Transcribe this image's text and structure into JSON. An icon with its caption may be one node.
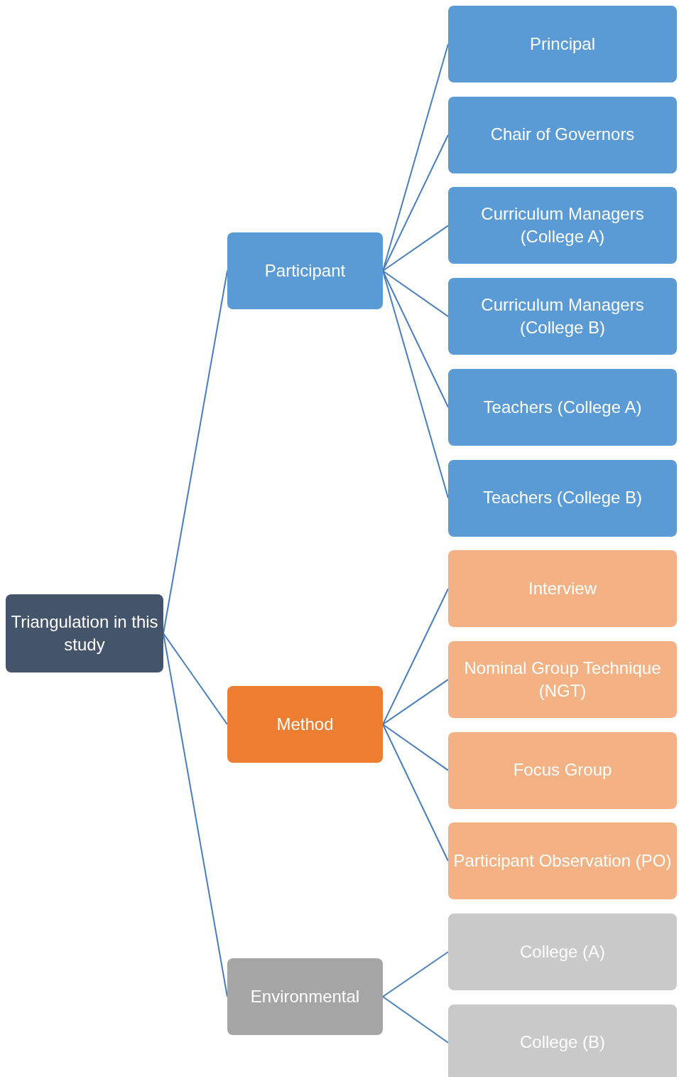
{
  "diagram": {
    "nodes": [
      {
        "text": [
          "Triangulation in this study"
        ]
      },
      {
        "text": [
          "Participant"
        ]
      },
      {
        "text": [
          "Principal"
        ]
      },
      {
        "text": [
          "Chair of Governors"
        ]
      },
      {
        "text": [
          "Curriculum Managers (College A)"
        ]
      },
      {
        "text": [
          "Curriculum Managers (College B)"
        ]
      },
      {
        "text": [
          "Teachers (College A)"
        ]
      },
      {
        "text": [
          "Teachers (College B)"
        ]
      },
      {
        "text": [
          "Method"
        ]
      },
      {
        "text": [
          "Interview"
        ]
      },
      {
        "text": [
          "Nominal Group Technique (NGT)"
        ]
      },
      {
        "text": [
          "Focus Group"
        ]
      },
      {
        "text": [
          "Participant Observation (PO)"
        ]
      },
      {
        "text": [
          "Environmental"
        ]
      },
      {
        "text": [
          "College (A)"
        ]
      },
      {
        "text": [
          "College (B)"
        ]
      }
    ],
    "edges": [
      {
        "from": 0,
        "to": 1,
        "arrow": "none"
      },
      {
        "from": 0,
        "to": 8,
        "arrow": "none"
      },
      {
        "from": 0,
        "to": 13,
        "arrow": "none"
      },
      {
        "from": 1,
        "to": 2,
        "arrow": "none"
      },
      {
        "from": 1,
        "to": 3,
        "arrow": "none"
      },
      {
        "from": 1,
        "to": 4,
        "arrow": "none"
      },
      {
        "from": 1,
        "to": 5,
        "arrow": "none"
      },
      {
        "from": 1,
        "to": 6,
        "arrow": "none"
      },
      {
        "from": 1,
        "to": 7,
        "arrow": "none"
      },
      {
        "from": 8,
        "to": 9,
        "arrow": "none"
      },
      {
        "from": 8,
        "to": 10,
        "arrow": "none"
      },
      {
        "from": 8,
        "to": 11,
        "arrow": "none"
      },
      {
        "from": 8,
        "to": 12,
        "arrow": "none"
      },
      {
        "from": 13,
        "to": 14,
        "arrow": "none"
      },
      {
        "from": 13,
        "to": 15,
        "arrow": "none"
      }
    ]
  }
}
